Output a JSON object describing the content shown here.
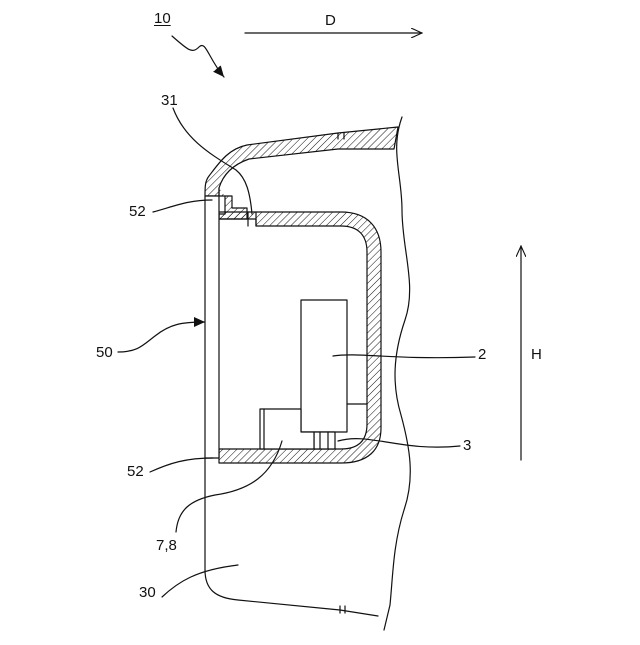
{
  "labels": {
    "assembly": "10",
    "direction_d": "D",
    "direction_h": "H",
    "part_31": "31",
    "part_52_top": "52",
    "part_50": "50",
    "part_52_bottom": "52",
    "part_2": "2",
    "part_3": "3",
    "part_78": "7,8",
    "part_30": "30"
  },
  "colors": {
    "line": "#111111",
    "background": "#ffffff"
  }
}
